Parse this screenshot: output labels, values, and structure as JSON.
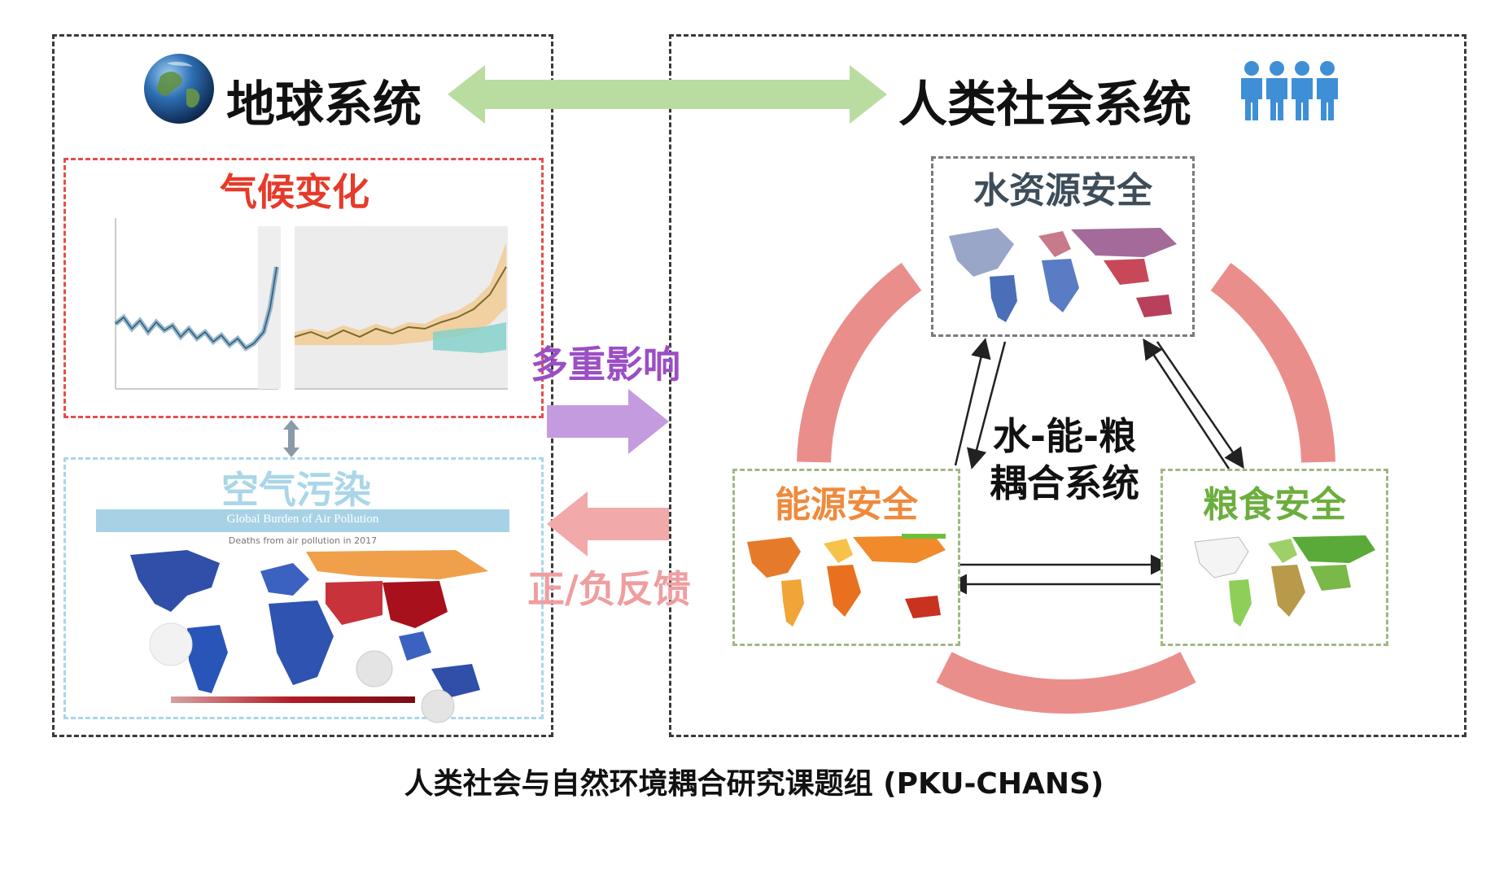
{
  "left_system": {
    "title": "地球系统",
    "icon": "globe-icon"
  },
  "right_system": {
    "title": "人类社会系统",
    "icon": "people-group-icon"
  },
  "climate_panel": {
    "title": "气候变化"
  },
  "air_panel": {
    "title": "空气污染",
    "banner": "Global Burden of Air Pollution",
    "subtitle": "Deaths from air pollution in 2017"
  },
  "arrows": {
    "impact_label": "多重影响",
    "feedback_label": "正/负反馈"
  },
  "nexus": {
    "center_line1": "水-能-粮",
    "center_line2": "耦合系统",
    "water": "水资源安全",
    "energy": "能源安全",
    "food": "粮食安全"
  },
  "caption": "人类社会与自然环境耦合研究课题组 (PKU-CHANS)",
  "colors": {
    "climate_title": "#e63a2a",
    "air_title": "#a9d6e8",
    "impact": "#9b4fc4",
    "impact_arrow": "#c59be0",
    "feedback": "#ef9ea0",
    "feedback_arrow": "#f2a9aa",
    "top_arrow": "#b9dca1",
    "cycle": "#ea8e8c",
    "energy_title": "#ef8a3c",
    "food_title": "#6cae3e",
    "water_title": "#3d4d5a"
  }
}
